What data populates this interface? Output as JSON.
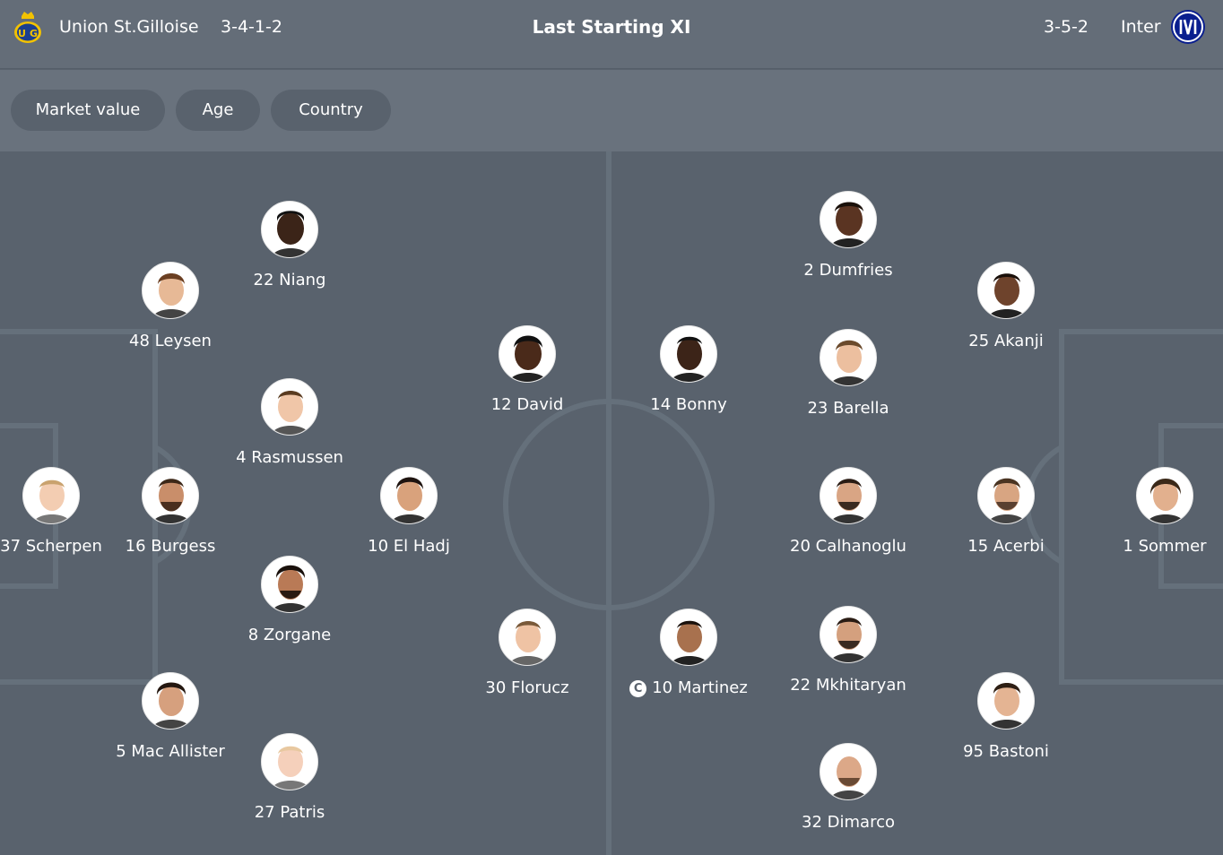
{
  "header": {
    "home_team": "Union St.Gilloise",
    "home_formation": "3-4-1-2",
    "title": "Last Starting XI",
    "away_formation": "3-5-2",
    "away_team": "Inter",
    "home_logo_icon": "union-crest-icon",
    "away_logo_icon": "inter-crest-icon"
  },
  "filters": [
    {
      "label": "Market value"
    },
    {
      "label": "Age"
    },
    {
      "label": "Country"
    }
  ],
  "colors": {
    "header_bg": "#646d78",
    "toolbar_bg": "#69727d",
    "pitch_bg": "#59626d",
    "pill_bg": "#59626d",
    "line_color": "#65707b"
  },
  "home_players": [
    {
      "label": "22 Niang"
    },
    {
      "label": "48 Leysen"
    },
    {
      "label": "12 David"
    },
    {
      "label": "4 Rasmussen"
    },
    {
      "label": "37 Scherpen"
    },
    {
      "label": "16 Burgess"
    },
    {
      "label": "10 El Hadj"
    },
    {
      "label": "8 Zorgane"
    },
    {
      "label": "30 Florucz"
    },
    {
      "label": "5 Mac Allister"
    },
    {
      "label": "27 Patris"
    }
  ],
  "away_players": [
    {
      "label": "2 Dumfries"
    },
    {
      "label": "25 Akanji"
    },
    {
      "label": "14 Bonny"
    },
    {
      "label": "23 Barella"
    },
    {
      "label": "20 Calhanoglu"
    },
    {
      "label": "15 Acerbi"
    },
    {
      "label": "1 Sommer"
    },
    {
      "label": "10 Martinez"
    },
    {
      "label": "22 Mkhitaryan"
    },
    {
      "label": "95 Bastoni"
    },
    {
      "label": "32 Dimarco"
    }
  ],
  "captain_badge": "C"
}
